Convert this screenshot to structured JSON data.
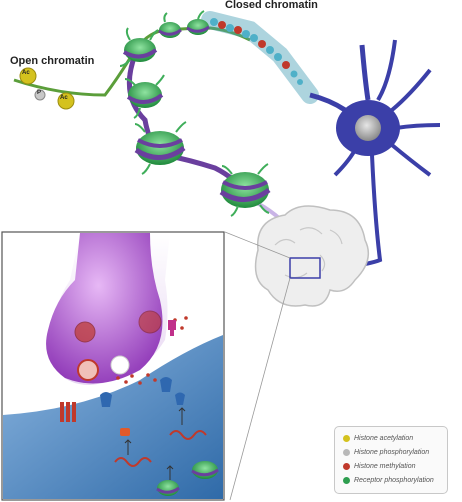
{
  "labels": {
    "closed_chromatin": "Closed chromatin",
    "open_chromatin": "Open chromatin",
    "acetyl_tag": "Ac",
    "phospho_tag": "P"
  },
  "legend": {
    "items": [
      {
        "label": "Histone acetylation",
        "color": "#d4c21e"
      },
      {
        "label": "Histone phosphorylation",
        "color": "#b8b8b8"
      },
      {
        "label": "Histone methylation",
        "color": "#c0392b"
      },
      {
        "label": "Receptor phosphorylation",
        "color": "#2e9e4f"
      }
    ]
  },
  "colors": {
    "nucleosome_green": "#3fae5a",
    "dna_purple": "#6a3f9e",
    "neuron_blue": "#3b3fa8",
    "synapse_purple": "#b568d8",
    "postsynaptic_blue": "#5b8fc4"
  }
}
